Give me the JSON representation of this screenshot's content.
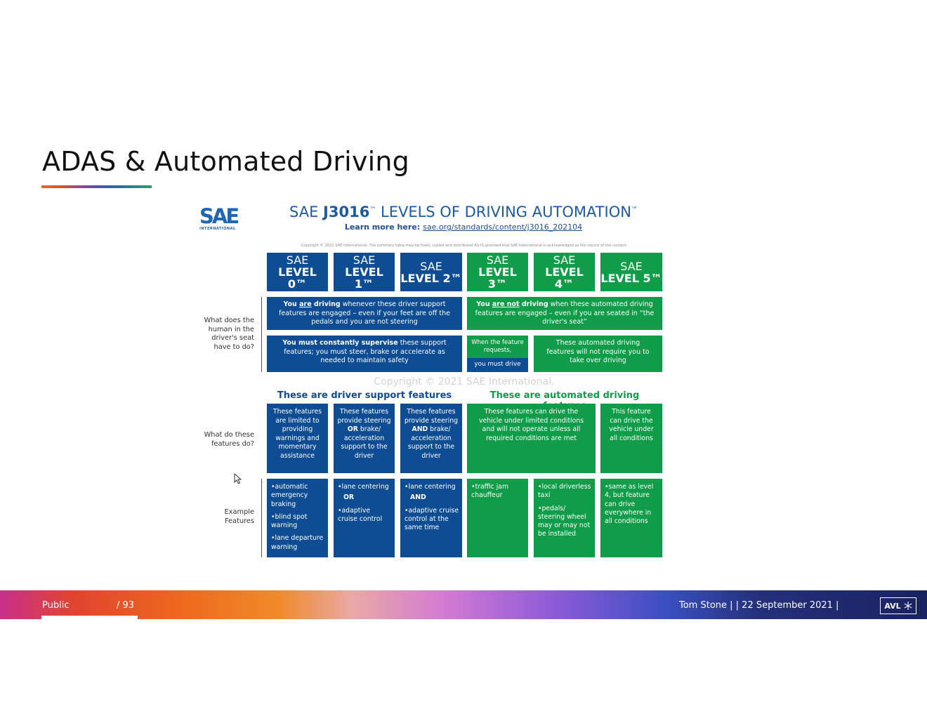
{
  "slide": {
    "title": "ADAS & Automated Driving"
  },
  "sae": {
    "logo_text": "SAE",
    "logo_sub": "INTERNATIONAL",
    "title_pre": "SAE ",
    "title_bold": "J3016",
    "title_tm": "™",
    "title_rest": " LEVELS OF DRIVING AUTOMATION",
    "title_tm2": "™",
    "learn_label": "Learn more here:",
    "learn_link": "sae.org/standards/content/j3016_202104",
    "copyright_small": "Copyright © 2021 SAE International. The summary table may be freely copied and distributed AS-IS provided that SAE International is acknowledged as the source of the content.",
    "watermark": "Copyright © 2021 SAE International.",
    "levels": [
      {
        "top": "SAE",
        "bottom": "LEVEL 0™",
        "color": "#0e4c94"
      },
      {
        "top": "SAE",
        "bottom": "LEVEL 1™",
        "color": "#0e4c94"
      },
      {
        "top": "SAE",
        "bottom": "LEVEL 2™",
        "color": "#0e4c94"
      },
      {
        "top": "SAE",
        "bottom": "LEVEL 3™",
        "color": "#119c4a"
      },
      {
        "top": "SAE",
        "bottom": "LEVEL 4™",
        "color": "#119c4a"
      },
      {
        "top": "SAE",
        "bottom": "LEVEL 5™",
        "color": "#119c4a"
      }
    ],
    "row_labels": {
      "seat": "What does the human in the driver's seat have to do?",
      "features": "What do these features do?",
      "examples": "Example Features"
    },
    "driving_blue": {
      "pre": "You ",
      "u": "are",
      "mid": " driving",
      "rest": " whenever these driver support features are engaged – even if your feet are off the pedals and you are not steering"
    },
    "driving_green": {
      "pre": "You ",
      "u": "are not",
      "mid": " driving",
      "rest": " when these automated driving features are engaged – even if you are seated in “the driver's seat”"
    },
    "supervise_blue": {
      "bold": "You must constantly supervise",
      "rest": " these support features; you must steer, brake or accelerate as needed to maintain safety"
    },
    "supervise_l3_top": "When the feature requests,",
    "supervise_l3_bottom": "you must drive",
    "supervise_l45": "These automated driving features will not require you to take over driving",
    "section_support": "These are driver support features",
    "section_automated": "These are automated driving features",
    "features": {
      "l0": "These features are limited to providing warnings and momentary assistance",
      "l1_a": "These features provide steering",
      "l1_b": "OR",
      "l1_c": " brake/ acceleration support to the driver",
      "l2_a": "These features provide steering",
      "l2_b": "AND",
      "l2_c": " brake/ acceleration support to the driver",
      "l34": "These features can drive the vehicle under limited conditions and will not operate unless all required conditions are met",
      "l5": "This feature can drive the vehicle under all conditions"
    },
    "examples": {
      "l0": [
        "•automatic emergency braking",
        "•blind spot warning",
        "•lane departure warning"
      ],
      "l1_a": "•lane centering",
      "l1_conj": "OR",
      "l1_b": "•adaptive cruise control",
      "l2_a": "•lane centering",
      "l2_conj": "AND",
      "l2_b": "•adaptive cruise control at the same time",
      "l3": "•traffic jam chauffeur",
      "l4": [
        "•local driverless taxi",
        "•pedals/ steering wheel may or may not be installed"
      ],
      "l5": "•same as level 4, but feature can drive everywhere in all conditions"
    }
  },
  "footer": {
    "classification": "Public",
    "page": "/ 93",
    "author_date": "Tom Stone |  | 22 September 2021 |",
    "logo": "AVL"
  }
}
